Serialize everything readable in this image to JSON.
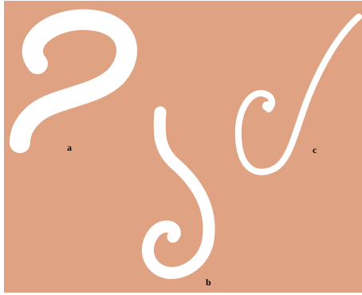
{
  "colors": {
    "background": "#dfa383",
    "shape": "#ffffff",
    "label": "#000000"
  },
  "labels": {
    "a": "a",
    "b": "b",
    "c": "c"
  }
}
